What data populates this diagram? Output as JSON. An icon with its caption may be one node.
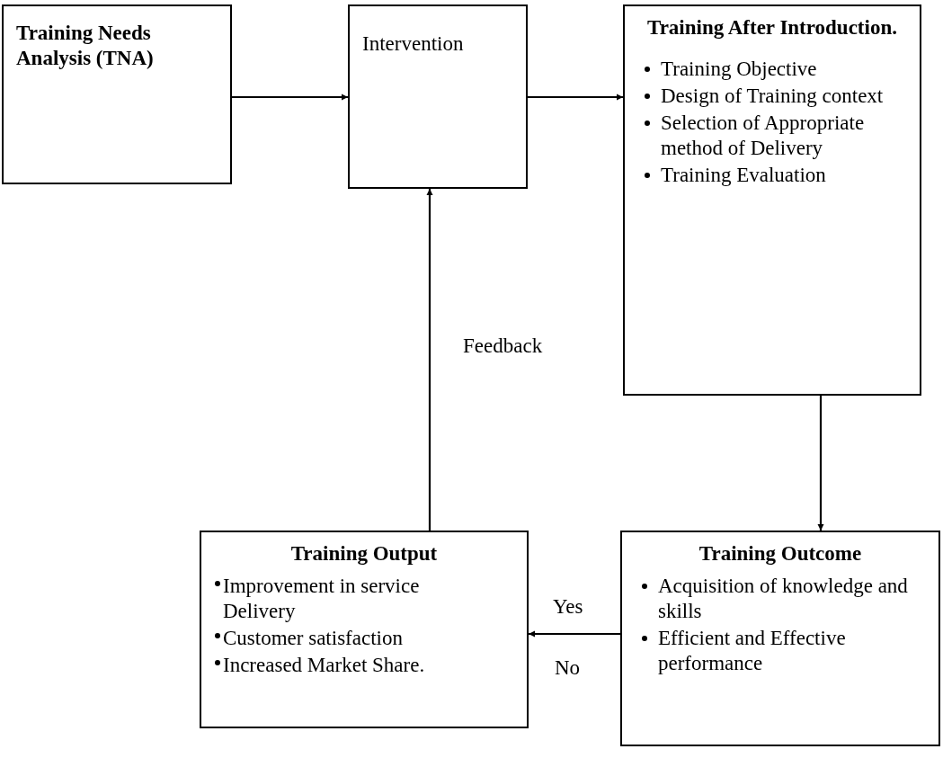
{
  "diagram": {
    "nodes": [
      {
        "text": [
          "Training Needs Analysis (TNA)"
        ]
      },
      {
        "text": [
          "Intervention"
        ]
      },
      {
        "text": [
          "Training After Introduction.",
          "Training Objective",
          "Design of Training context",
          "Selection of Appropriate method of Delivery",
          "Training Evaluation"
        ]
      },
      {
        "text": [
          "Training Output",
          "Improvement in service Delivery",
          "Customer satisfaction",
          "Increased Market Share."
        ]
      },
      {
        "text": [
          "Training Outcome",
          "Acquisition of knowledge and skills",
          "Efficient and Effective performance"
        ]
      }
    ],
    "edges": [
      {
        "from": 0,
        "to": 1,
        "arrow": "to"
      },
      {
        "from": 1,
        "to": 2,
        "arrow": "to"
      },
      {
        "from": 2,
        "to": 4,
        "arrow": "to"
      },
      {
        "from": 4,
        "to": 3,
        "arrow": "to",
        "label": "Yes"
      },
      {
        "from": 3,
        "to": 1,
        "arrow": "to",
        "label": "Feedback"
      }
    ],
    "labels": [
      "No"
    ]
  }
}
